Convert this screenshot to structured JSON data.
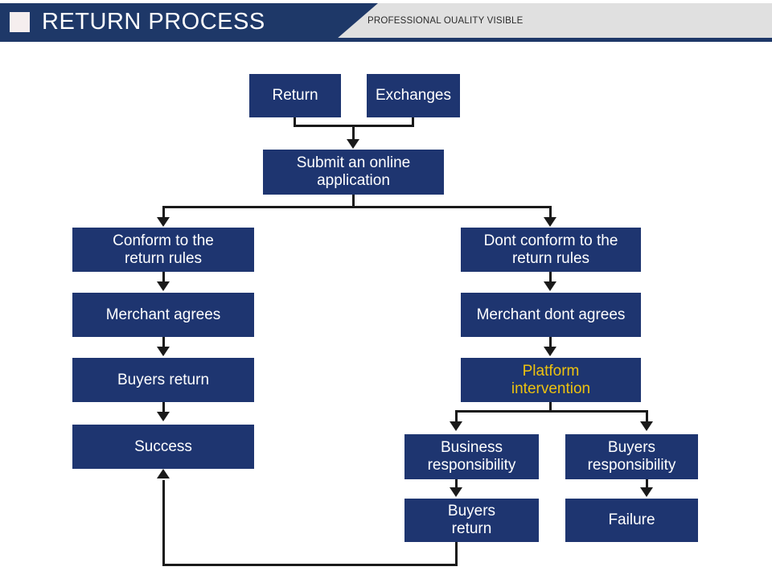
{
  "header": {
    "title": "RETURN PROCESS",
    "subtitle": "PROFESSIONAL OUALITY VISIBLE",
    "logo_icon": "square-logo-icon",
    "colors": {
      "navy": "#1e3868",
      "gray": "#e0e0e0",
      "logo": "#f5eeee",
      "title_text": "#ffffff",
      "subtitle_text": "#2b2b2b"
    }
  },
  "diagram": {
    "type": "flowchart",
    "colors": {
      "node_fill": "#1e3570",
      "node_text": "#ffffff",
      "accent_text": "#edc20f",
      "connector": "#1a1a1a"
    },
    "nodes": {
      "return": "Return",
      "exchanges": "Exchanges",
      "submit_application": "Submit an online\napplication",
      "conform_rules": "Conform to the\nreturn rules",
      "merchant_agrees": "Merchant agrees",
      "buyers_return_left": "Buyers return",
      "success": "Success",
      "dont_conform_rules": "Dont conform to the\nreturn rules",
      "merchant_dont_agrees": "Merchant dont agrees",
      "platform_intervention": "Platform\nintervention",
      "business_responsibility": "Business\nresponsibility",
      "buyers_responsibility": "Buyers\nresponsibility",
      "buyers_return_bottom": "Buyers\nreturn",
      "failure": "Failure"
    }
  }
}
